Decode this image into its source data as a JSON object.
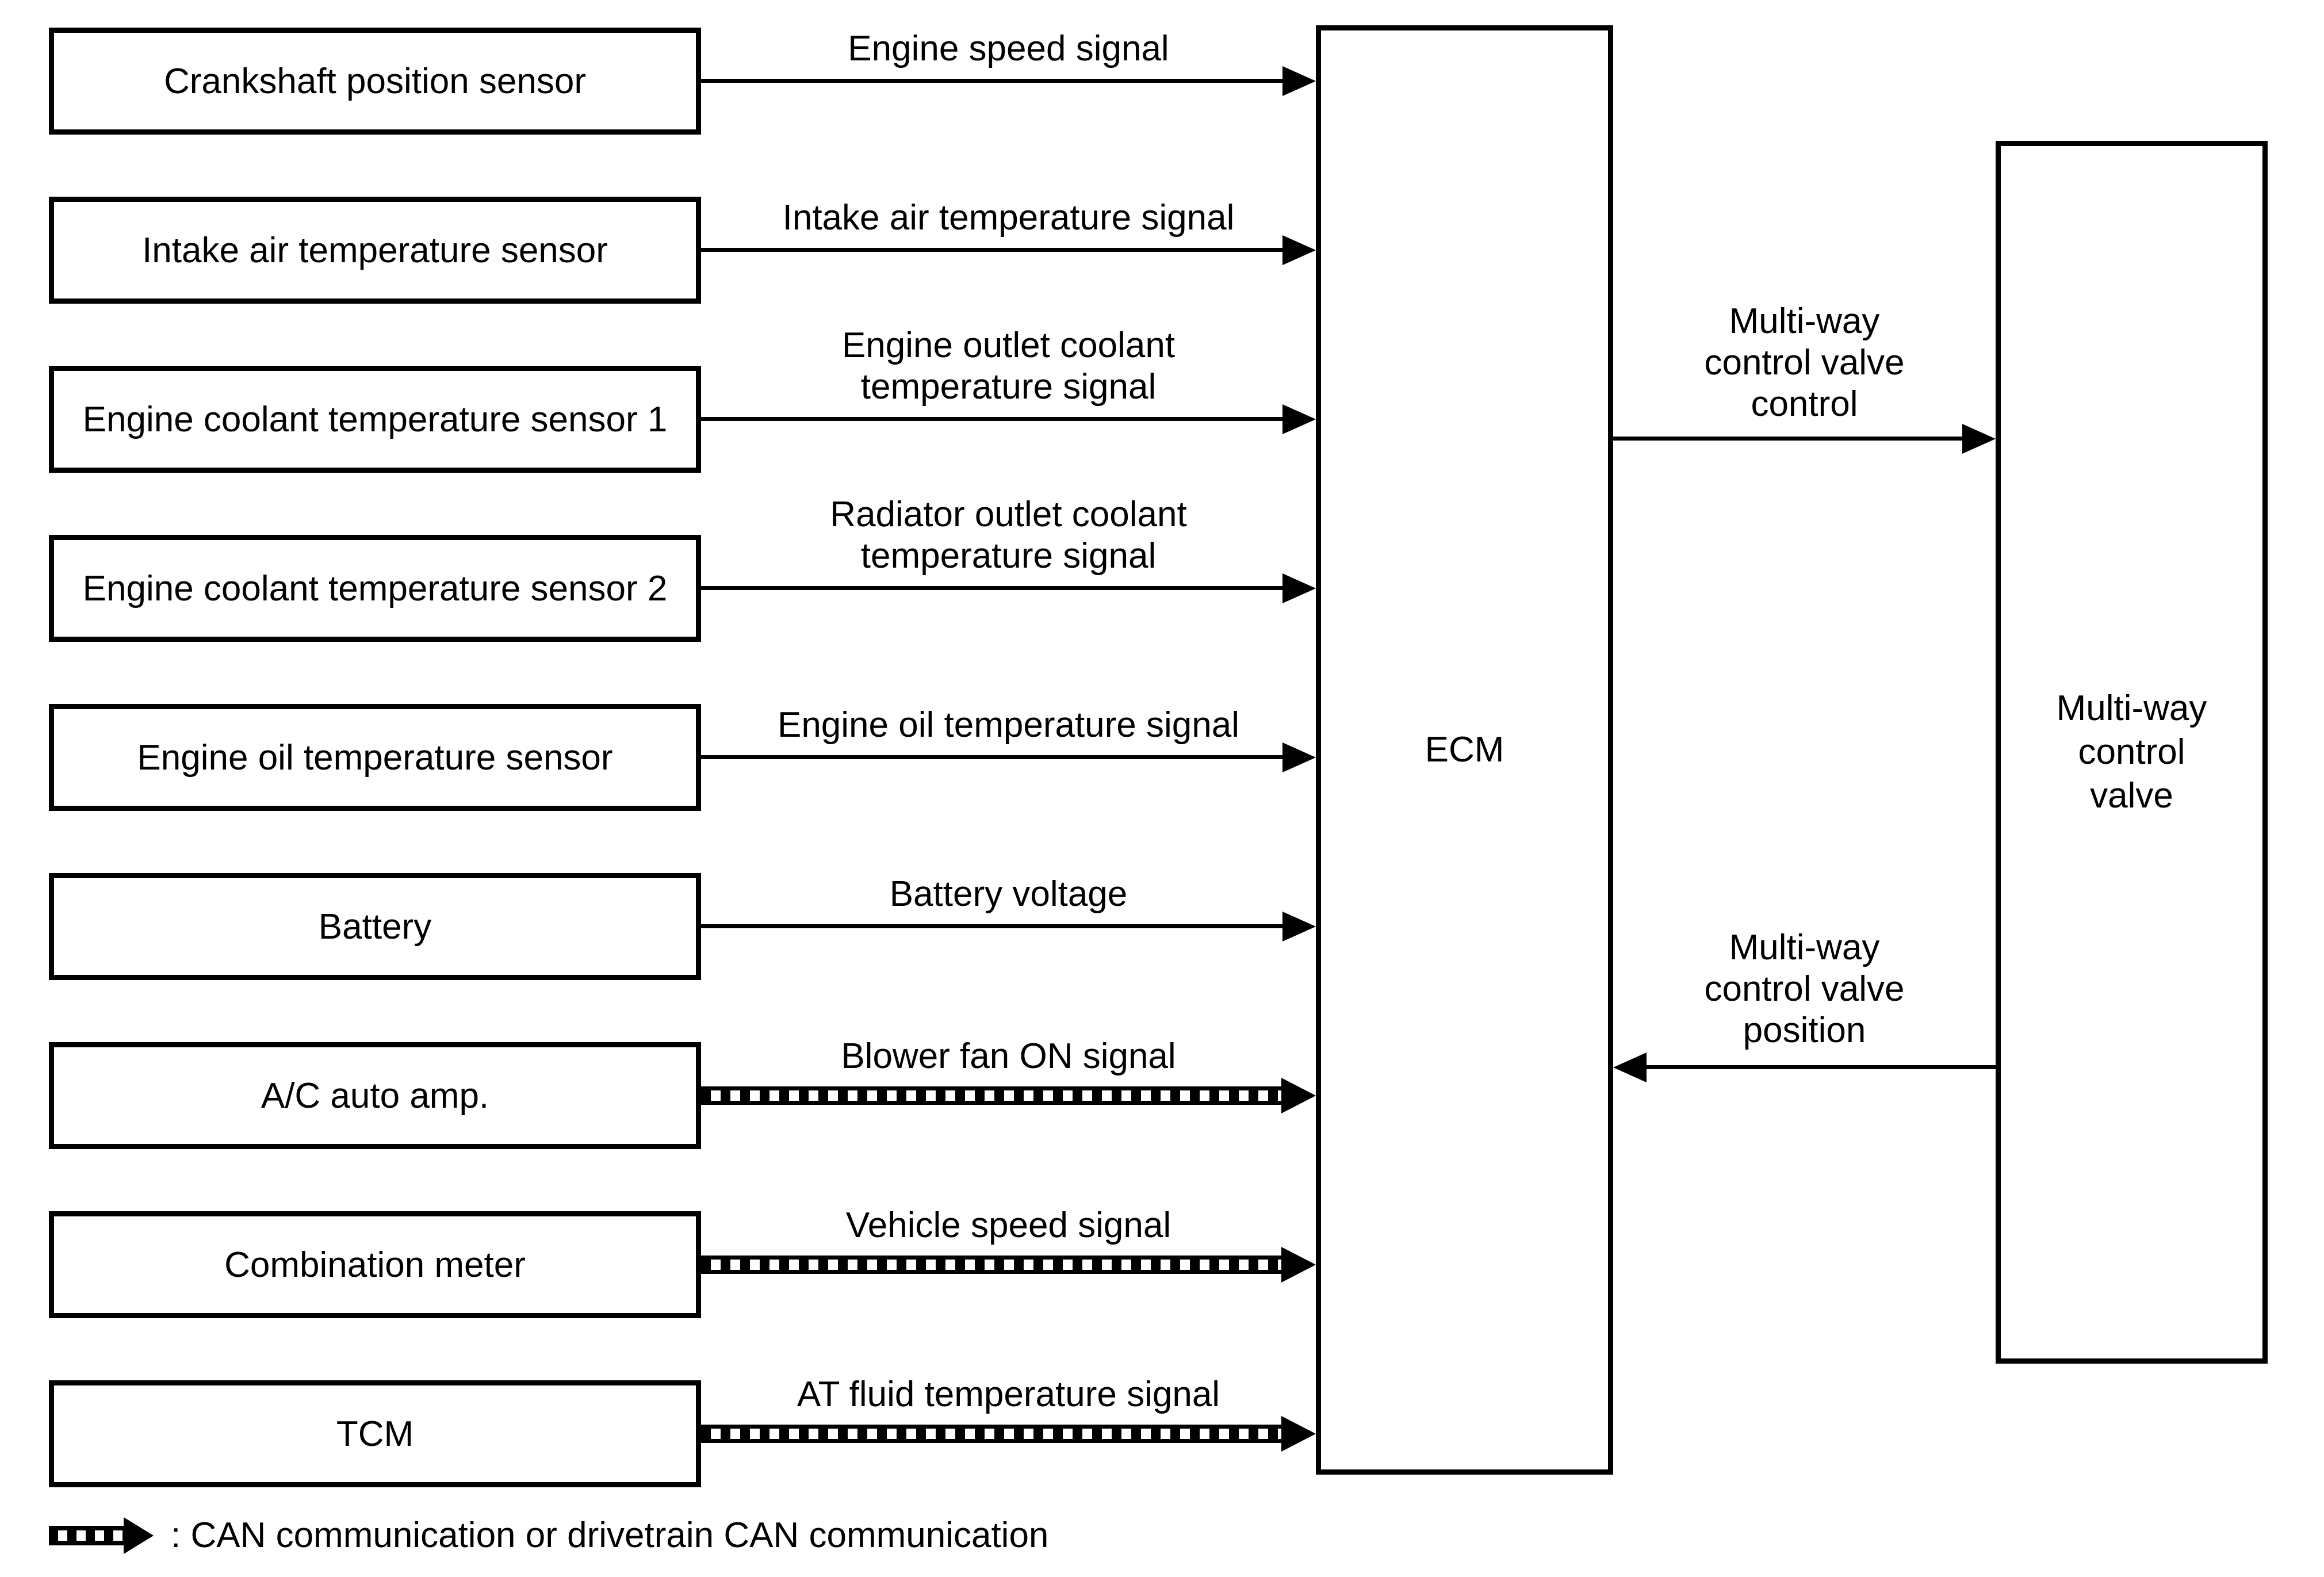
{
  "colors": {
    "background": "#ffffff",
    "line": "#000000"
  },
  "diagram": {
    "sources": [
      {
        "label": "Crankshaft position sensor",
        "signal_lines": [
          "Engine speed signal"
        ],
        "can": false
      },
      {
        "label": "Intake air temperature sensor",
        "signal_lines": [
          "Intake air temperature signal"
        ],
        "can": false
      },
      {
        "label": "Engine coolant temperature sensor 1",
        "signal_lines": [
          "Engine outlet coolant",
          "temperature signal"
        ],
        "can": false
      },
      {
        "label": "Engine coolant temperature sensor 2",
        "signal_lines": [
          "Radiator outlet coolant",
          "temperature signal"
        ],
        "can": false
      },
      {
        "label": "Engine oil temperature sensor",
        "signal_lines": [
          "Engine oil temperature signal"
        ],
        "can": false
      },
      {
        "label": "Battery",
        "signal_lines": [
          "Battery voltage"
        ],
        "can": false
      },
      {
        "label": "A/C auto amp.",
        "signal_lines": [
          "Blower fan ON signal"
        ],
        "can": true
      },
      {
        "label": "Combination meter",
        "signal_lines": [
          "Vehicle speed signal"
        ],
        "can": true
      },
      {
        "label": "TCM",
        "signal_lines": [
          "AT fluid temperature signal"
        ],
        "can": true
      }
    ],
    "ecm": {
      "label": "ECM"
    },
    "valve": {
      "label_lines": [
        "Multi-way",
        "control",
        "valve"
      ]
    },
    "ecm_to_valve": {
      "label_lines": [
        "Multi-way",
        "control valve",
        "control"
      ]
    },
    "valve_to_ecm": {
      "label_lines": [
        "Multi-way",
        "control valve",
        "position"
      ]
    },
    "legend": {
      "symbol": "can-arrow",
      "text": ": CAN communication or drivetrain CAN communication"
    }
  }
}
